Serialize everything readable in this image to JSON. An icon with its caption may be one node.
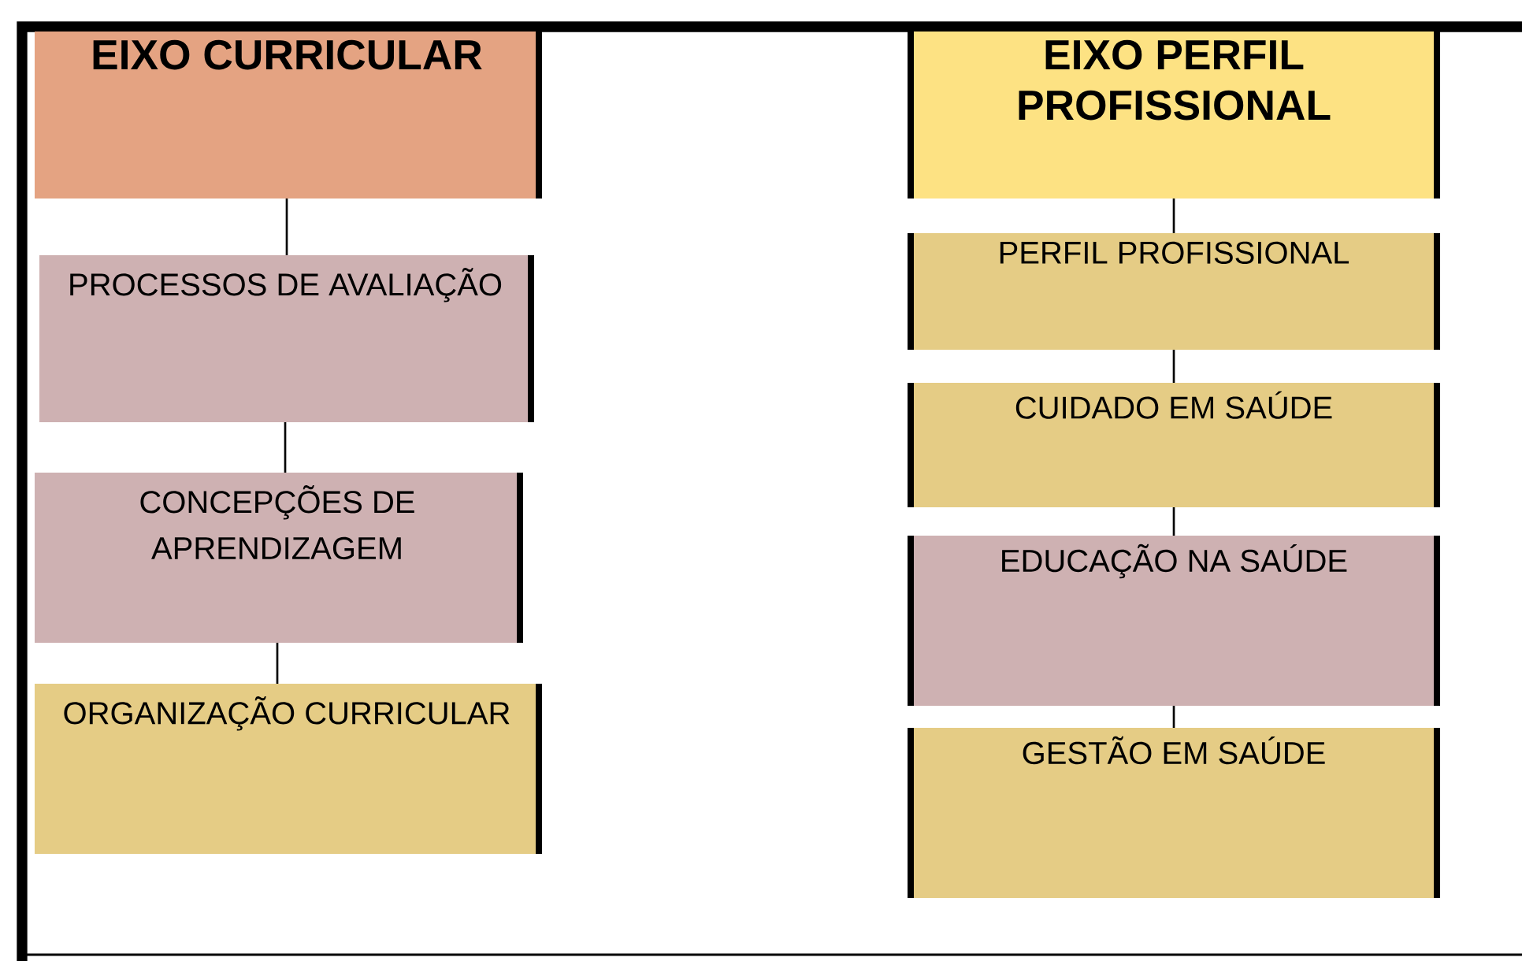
{
  "diagram": {
    "nodes": [
      {
        "text": [
          "EIXO CURRICULAR"
        ]
      },
      {
        "text": [
          "PROCESSOS DE AVALIAÇÃO"
        ]
      },
      {
        "text": [
          "CONCEPÇÕES DE APRENDIZAGEM"
        ]
      },
      {
        "text": [
          "ORGANIZAÇÃO CURRICULAR"
        ]
      },
      {
        "text": [
          "EIXO PERFIL PROFISSIONAL"
        ]
      },
      {
        "text": [
          "PERFIL PROFISSIONAL"
        ]
      },
      {
        "text": [
          "CUIDADO EM SAÚDE"
        ]
      },
      {
        "text": [
          "EDUCAÇÃO NA SAÚDE"
        ]
      },
      {
        "text": [
          "GESTÃO EM SAÚDE"
        ]
      }
    ],
    "edges": [
      {
        "from": 0,
        "to": 1,
        "arrow": "none"
      },
      {
        "from": 1,
        "to": 2,
        "arrow": "none"
      },
      {
        "from": 2,
        "to": 3,
        "arrow": "none"
      },
      {
        "from": 4,
        "to": 5,
        "arrow": "none"
      },
      {
        "from": 5,
        "to": 6,
        "arrow": "none"
      },
      {
        "from": 6,
        "to": 7,
        "arrow": "none"
      },
      {
        "from": 7,
        "to": 8,
        "arrow": "none"
      }
    ]
  }
}
